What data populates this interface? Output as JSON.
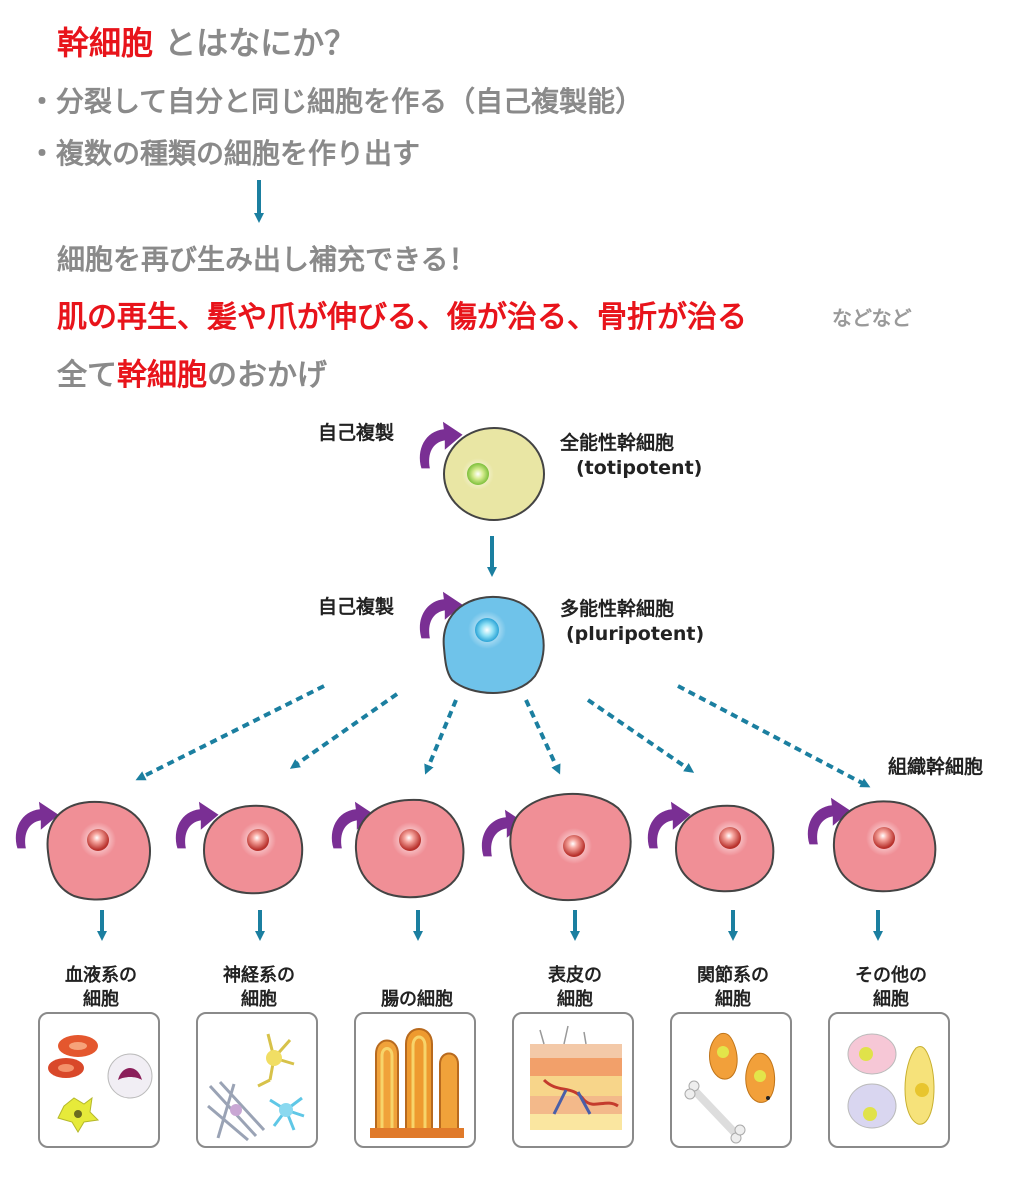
{
  "heading": {
    "red": "幹細胞",
    "rest": " とはなにか？"
  },
  "bullets": [
    "・分裂して自分と同じ細胞を作る（自己複製能）",
    "・複数の種類の細胞を作り出す"
  ],
  "summary": {
    "replenish": "細胞を再び生み出し補充できる！",
    "examples": "肌の再生、髪や爪が伸びる、傷が治る、骨折が治る",
    "etc": "などなど",
    "thanks_pre": "全て",
    "thanks_red": "幹細胞",
    "thanks_post": "のおかげ"
  },
  "diagram": {
    "self_renewal_1": "自己複製",
    "totipotent_jp": "全能性幹細胞",
    "totipotent_en": "(totipotent)",
    "self_renewal_2": "自己複製",
    "pluripotent_jp": "多能性幹細胞",
    "pluripotent_en": "(pluripotent)",
    "tissue_stem": "組織幹細胞",
    "categories": [
      {
        "line1": "血液系の",
        "line2": "細胞"
      },
      {
        "line1": "神経系の",
        "line2": "細胞"
      },
      {
        "line1": "腸の細胞",
        "line2": ""
      },
      {
        "line1": "表皮の",
        "line2": "細胞"
      },
      {
        "line1": "関節系の",
        "line2": "細胞"
      },
      {
        "line1": "その他の",
        "line2": "細胞"
      }
    ]
  },
  "colors": {
    "accent_red": "#e8141b",
    "arrow_teal": "#1b7fa0",
    "cycle_purple": "#7a2f94",
    "totipotent_fill": "#e9e6a4",
    "pluripotent_fill": "#6fc3ea",
    "tissue_fill": "#f08f96"
  }
}
